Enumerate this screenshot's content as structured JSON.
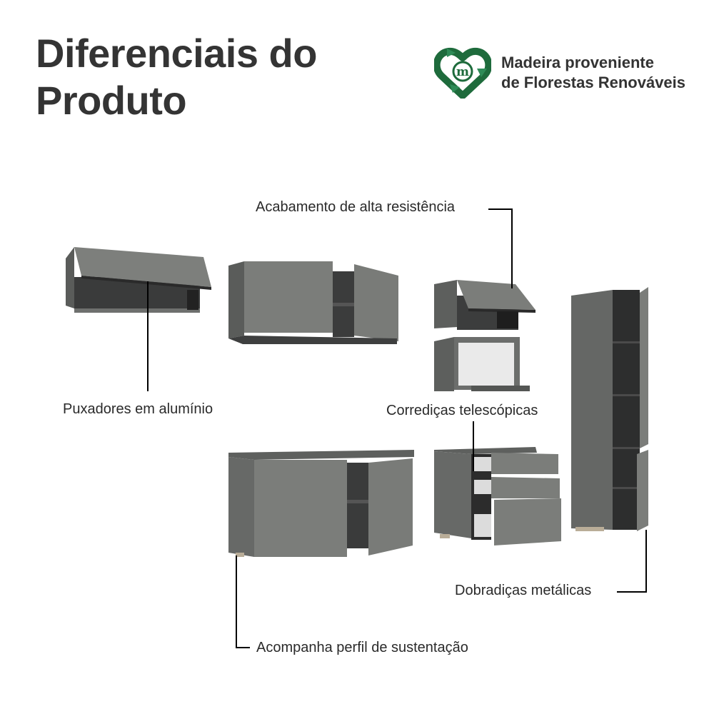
{
  "header": {
    "title_line1": "Diferenciais do",
    "title_line2": "Produto"
  },
  "badge": {
    "icon": "recycle-heart-m-icon",
    "icon_letter": "m",
    "line1": "Madeira proveniente",
    "line2": "de Florestas Renováveis",
    "colors": {
      "dark_green": "#1e6b3c",
      "light_green": "#2e8b57"
    }
  },
  "callouts": [
    {
      "id": "finish",
      "label": "Acabamento de alta resistência"
    },
    {
      "id": "handles",
      "label": "Puxadores em alumínio"
    },
    {
      "id": "slides",
      "label": "Corrediças telescópicas"
    },
    {
      "id": "hinges",
      "label": "Dobradiças metálicas"
    },
    {
      "id": "support",
      "label": "Acompanha perfil de sustentação"
    }
  ],
  "colors": {
    "cabinet_front": "#7b7d7a",
    "cabinet_side": "#5f615f",
    "cabinet_interior": "#2f3030",
    "leader_line": "#000000"
  }
}
